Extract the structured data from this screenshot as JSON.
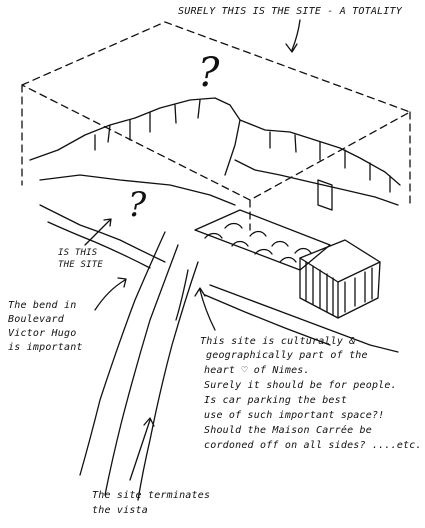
{
  "annotations": {
    "top_caption": "SURELY THIS IS THE SITE - A TOTALITY",
    "question_big": "?",
    "question_small": "?",
    "is_this_line1": "IS THIS",
    "is_this_line2": "THE SITE",
    "bend_line1": "The bend in",
    "bend_line2": "Boulevard",
    "bend_line3": "Victor Hugo",
    "bend_line4": "is important",
    "main_note": [
      "This site is culturally &",
      "geographically part of the",
      "heart ♡ of Nimes.",
      "Surely it should be for people.",
      "Is car parking the best",
      "use of such important space?!",
      "Should the Maison Carrée be",
      "cordoned off on all sides? ....etc."
    ],
    "vista_line1": "The site terminates",
    "vista_line2": "the vista"
  }
}
